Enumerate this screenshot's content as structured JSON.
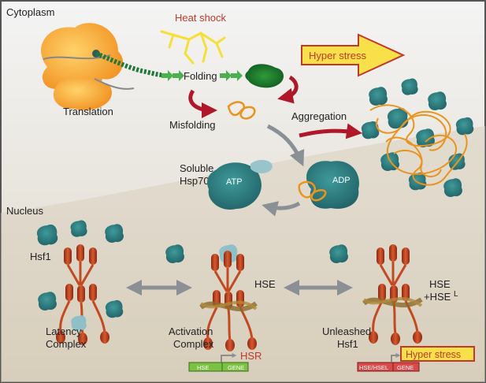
{
  "regions": {
    "cytoplasm": "Cytoplasm",
    "nucleus": "Nucleus"
  },
  "labels": {
    "heat_shock": "Heat shock",
    "translation": "Translation",
    "folding": "Folding",
    "misfolding": "Misfolding",
    "aggregation": "Aggregation",
    "hyper_stress": "Hyper stress",
    "soluble_1": "Soluble",
    "soluble_2": "Hsp70",
    "atp": "ATP",
    "adp": "ADP",
    "hsf1": "Hsf1",
    "latency_1": "Latency",
    "latency_2": "Complex",
    "activation_1": "Activation",
    "activation_2": "Complex",
    "unleashed_1": "Unleashed",
    "unleashed_2": "Hsf1",
    "hse": "HSE",
    "hse_l_1": "HSE",
    "hse_l_2": "+HSE",
    "hse_l_sup": "L",
    "hsr": "HSR",
    "hyper_stress_box": "Hyper stress",
    "gene_hse": "HSE",
    "gene_gene": "GENE",
    "gene2_hse": "HSE/HSEL",
    "gene2_gene": "GENE"
  },
  "colors": {
    "background_top": "#f2f2f2",
    "background_bottom": "#d8d0bf",
    "border": "#555555",
    "hsp70": "#2f7a7a",
    "chaperone_light": "#9ac4cc",
    "hsf1": "#b8401e",
    "misfold": "#e8941e",
    "arrow_red": "#b0182a",
    "arrow_gray": "#8a9096",
    "ribosome": "#f5a623",
    "heat_shock_text": "#c0392b",
    "hyper_fill": "#f7e04a",
    "hyper_stroke": "#c0392b",
    "folding_arrow": "#4caf50",
    "gene_green": "#7cc242",
    "gene_red": "#d94a4a"
  }
}
